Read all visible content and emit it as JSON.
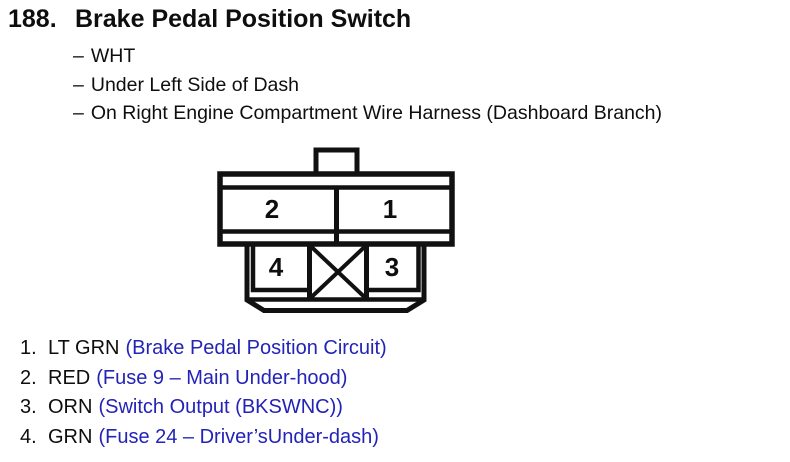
{
  "page": {
    "item_number": "188.",
    "title": "Brake Pedal Position Switch"
  },
  "details": {
    "bullet": "–",
    "items": [
      "WHT",
      "Under Left Side of Dash",
      "On Right Engine Compartment Wire Harness (Dashboard Branch)"
    ]
  },
  "connector": {
    "pins": {
      "top_left": "2",
      "top_right": "1",
      "bottom_left": "4",
      "bottom_right": "3"
    }
  },
  "legend": {
    "items": [
      {
        "num": "1.",
        "wire": "LT GRN",
        "circuit": "(Brake Pedal Position Circuit)"
      },
      {
        "num": "2.",
        "wire": "RED",
        "circuit": "(Fuse 9 – Main Under-hood)"
      },
      {
        "num": "3.",
        "wire": "ORN",
        "circuit": "(Switch Output (BKSWNC))"
      },
      {
        "num": "4.",
        "wire": "GRN",
        "circuit": "(Fuse 24 – Driver’sUnder-dash)"
      }
    ]
  },
  "colors": {
    "ink": "#0e0e0e",
    "link_blue": "#2323b8"
  }
}
